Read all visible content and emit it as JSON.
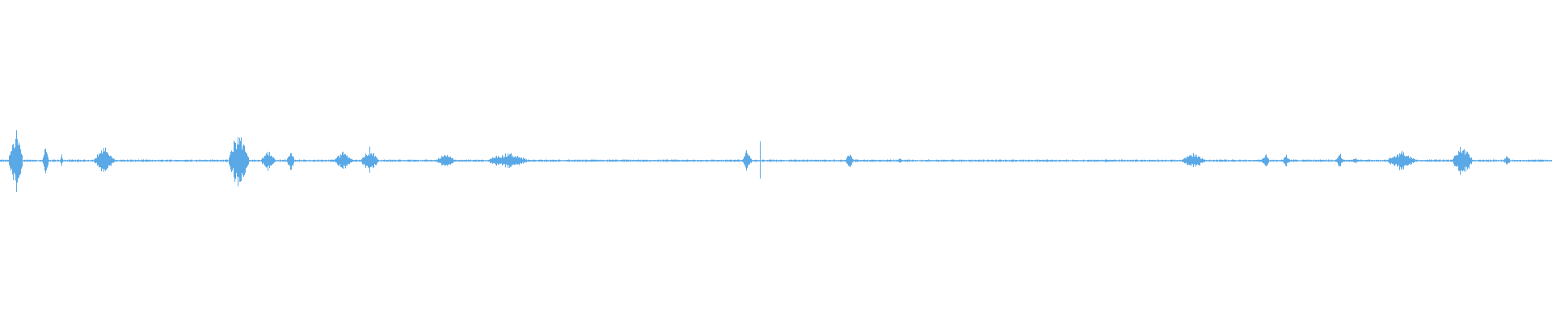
{
  "waveform": {
    "color": "#5aa9e6",
    "background": "#ffffff",
    "duration_units": 1920,
    "amplitude_range": [
      -1,
      1
    ],
    "baseline_amplitude": 0.006,
    "bursts": [
      {
        "start": 10,
        "end": 28,
        "peak": 0.22
      },
      {
        "start": 52,
        "end": 60,
        "peak": 0.1
      },
      {
        "start": 74,
        "end": 78,
        "peak": 0.04
      },
      {
        "start": 115,
        "end": 142,
        "peak": 0.08
      },
      {
        "start": 282,
        "end": 308,
        "peak": 0.2
      },
      {
        "start": 322,
        "end": 340,
        "peak": 0.07
      },
      {
        "start": 354,
        "end": 364,
        "peak": 0.07
      },
      {
        "start": 412,
        "end": 436,
        "peak": 0.06
      },
      {
        "start": 446,
        "end": 468,
        "peak": 0.08
      },
      {
        "start": 538,
        "end": 564,
        "peak": 0.04
      },
      {
        "start": 600,
        "end": 655,
        "peak": 0.05
      },
      {
        "start": 918,
        "end": 930,
        "peak": 0.07
      },
      {
        "start": 939,
        "end": 941,
        "peak": 0.14
      },
      {
        "start": 1046,
        "end": 1056,
        "peak": 0.06
      },
      {
        "start": 1110,
        "end": 1116,
        "peak": 0.015
      },
      {
        "start": 1176,
        "end": 1182,
        "peak": 0.015
      },
      {
        "start": 1366,
        "end": 1370,
        "peak": 0.015
      },
      {
        "start": 1460,
        "end": 1492,
        "peak": 0.05
      },
      {
        "start": 1560,
        "end": 1570,
        "peak": 0.05
      },
      {
        "start": 1586,
        "end": 1596,
        "peak": 0.04
      },
      {
        "start": 1652,
        "end": 1662,
        "peak": 0.05
      },
      {
        "start": 1672,
        "end": 1680,
        "peak": 0.02
      },
      {
        "start": 1714,
        "end": 1752,
        "peak": 0.06
      },
      {
        "start": 1796,
        "end": 1822,
        "peak": 0.1
      },
      {
        "start": 1860,
        "end": 1868,
        "peak": 0.04
      }
    ]
  }
}
